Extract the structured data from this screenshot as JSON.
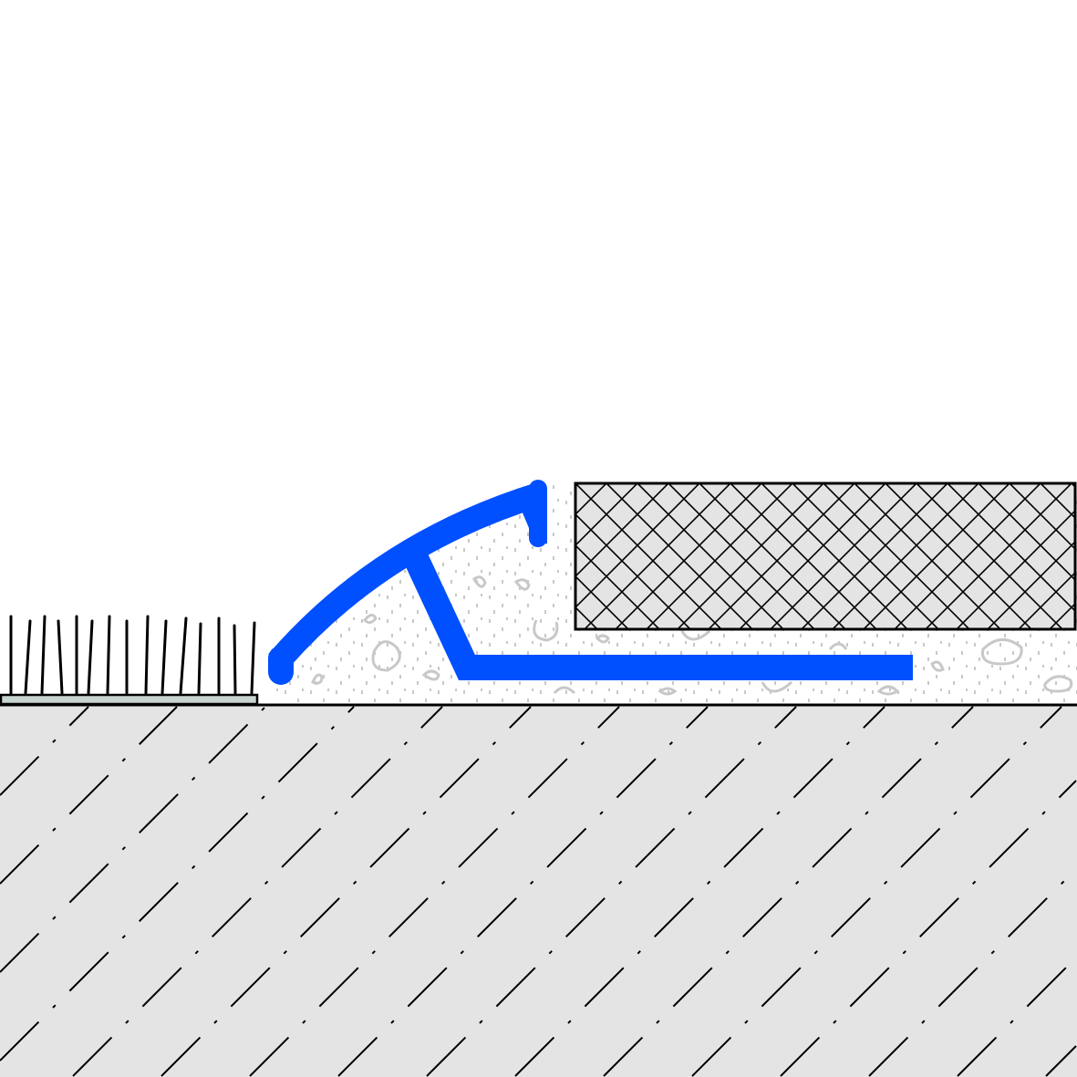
{
  "diagram": {
    "type": "cross-section",
    "components": [
      "carpet",
      "transition-profile",
      "adhesive-bed",
      "tile",
      "substrate"
    ],
    "colors": {
      "profile": "#0050ff",
      "substrate_fill": "#e4e4e4",
      "tile_fill": "#e4e4e4",
      "carpet_base": "#c8d4d0",
      "aggregate": "#c8c8c8",
      "outline": "#000000"
    }
  }
}
